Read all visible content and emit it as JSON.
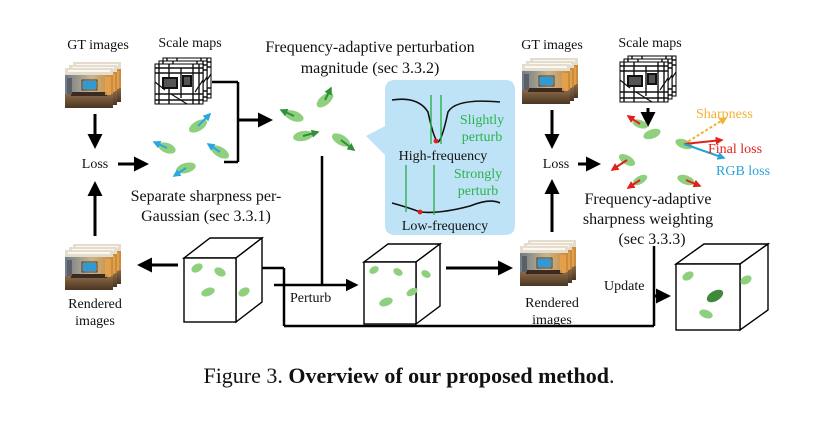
{
  "labels": {
    "gt_images_left": "GT images",
    "scale_maps_left": "Scale maps",
    "loss_left": "Loss",
    "rendered_left": [
      "Rendered",
      "images"
    ],
    "separate_sharpness": [
      "Separate sharpness per-",
      "Gaussian (sec 3.3.1)"
    ],
    "freq_adaptive_perturbation": [
      "Frequency-adaptive perturbation",
      "magnitude (sec 3.3.2)"
    ],
    "slightly_perturb": [
      "Slightly",
      "perturb"
    ],
    "high_frequency": "High-frequency",
    "strongly_perturb": [
      "Strongly",
      "perturb"
    ],
    "low_frequency": "Low-frequency",
    "perturb": "Perturb",
    "gt_images_right": "GT images",
    "scale_maps_right": "Scale maps",
    "loss_right": "Loss",
    "rendered_right": [
      "Rendered",
      "images"
    ],
    "sharpness": "Sharpness",
    "final_loss": "Final loss",
    "rgb_loss": "RGB loss",
    "freq_adaptive_weighting": [
      "Frequency-adaptive",
      "sharpness weighting",
      "(sec 3.3.3)"
    ],
    "update": "Update"
  },
  "caption": {
    "prefix": "Figure 3. ",
    "bold": "Overview of our proposed method",
    "suffix": "."
  },
  "colors": {
    "green_text": "#2bb24c",
    "bubble": "#bfe3f6",
    "gaussian": "#8fd07f",
    "gaussian_dark": "#3f8a3a",
    "arrow_blue": "#2aa6e0",
    "arrow_green": "#2f8f3a",
    "arrow_red": "#e0201a",
    "sharpness_yellow": "#f2b233",
    "rgb_blue": "#27a3d9"
  },
  "icons": [
    "photo-thumbnail",
    "wireframe-thumbnail",
    "gaussian-blob",
    "cube"
  ]
}
